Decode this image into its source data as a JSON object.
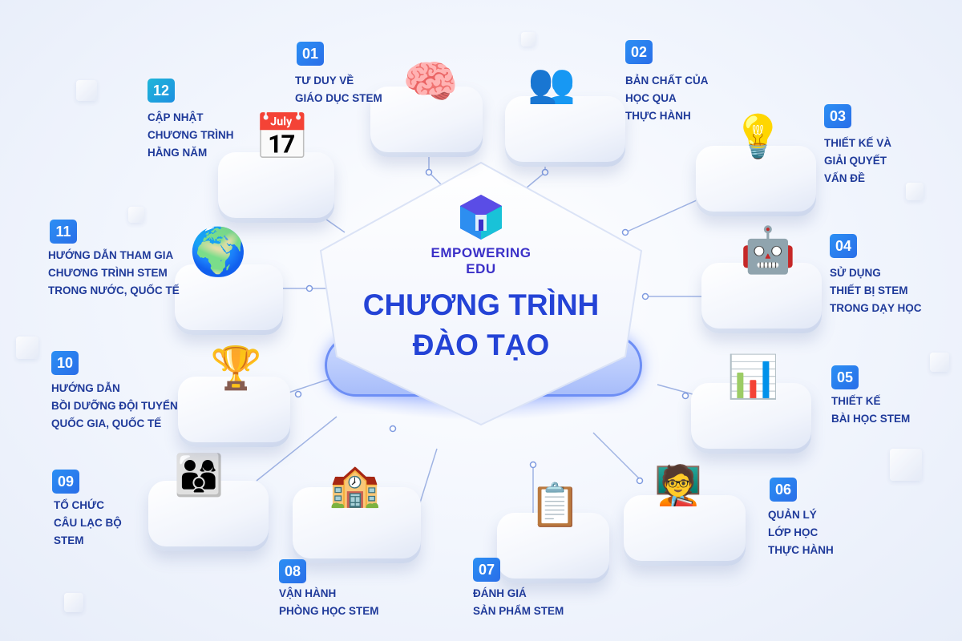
{
  "brand": {
    "name_line1": "EMPOWERING",
    "name_line2": "EDU",
    "logo_icon": "cube-logo-icon",
    "colors": {
      "brand_purple": "#3b30c8",
      "brand_cyan": "#19c2d8",
      "title_blue": "#2443d6",
      "label_navy": "#1f3a9a"
    }
  },
  "title": {
    "line1": "CHƯƠNG TRÌNH",
    "line2": "ĐÀO TẠO"
  },
  "items": [
    {
      "number": "01",
      "icon": "brain-lightbulb-icon",
      "lines": [
        "TƯ DUY VỀ",
        "GIÁO DỤC STEM"
      ]
    },
    {
      "number": "02",
      "icon": "puzzle-team-icon",
      "lines": [
        "BẢN CHẤT CỦA",
        "HỌC QUA",
        "THỰC HÀNH"
      ]
    },
    {
      "number": "03",
      "icon": "lightbulb-puzzle-icon",
      "lines": [
        "THIẾT KẾ VÀ",
        "GIẢI QUYẾT",
        "VẤN ĐỀ"
      ]
    },
    {
      "number": "04",
      "icon": "robot-icon",
      "lines": [
        "SỬ DỤNG",
        "THIẾT BỊ STEM",
        "TRONG DẠY HỌC"
      ]
    },
    {
      "number": "05",
      "icon": "tablet-lesson-icon",
      "lines": [
        "THIẾT KẾ",
        "BÀI HỌC STEM"
      ]
    },
    {
      "number": "06",
      "icon": "classroom-teacher-icon",
      "lines": [
        "QUẢN LÝ",
        "LỚP HỌC",
        "THỰC HÀNH"
      ]
    },
    {
      "number": "07",
      "icon": "checklist-clipboard-icon",
      "lines": [
        "ĐÁNH GIÁ",
        "SẢN PHẨM STEM"
      ]
    },
    {
      "number": "08",
      "icon": "stem-lab-room-icon",
      "lines": [
        "VẬN HÀNH",
        "PHÒNG HỌC STEM"
      ]
    },
    {
      "number": "09",
      "icon": "club-group-icon",
      "lines": [
        "TỔ CHỨC",
        "CÂU LẠC BỘ",
        "STEM"
      ]
    },
    {
      "number": "10",
      "icon": "trophy-icon",
      "lines": [
        "HƯỚNG DẪN",
        "BỒI DƯỠNG ĐỘI TUYỂN",
        "QUỐC GIA, QUỐC TẾ"
      ]
    },
    {
      "number": "11",
      "icon": "globe-airplane-icon",
      "lines": [
        "HƯỚNG DẪN THAM GIA",
        "CHƯƠNG TRÌNH STEM",
        "TRONG NƯỚC, QUỐC TẾ"
      ]
    },
    {
      "number": "12",
      "icon": "calendar-check-icon",
      "lines": [
        "CẬP NHẬT",
        "CHƯƠNG TRÌNH",
        "HẰNG NĂM"
      ]
    }
  ]
}
